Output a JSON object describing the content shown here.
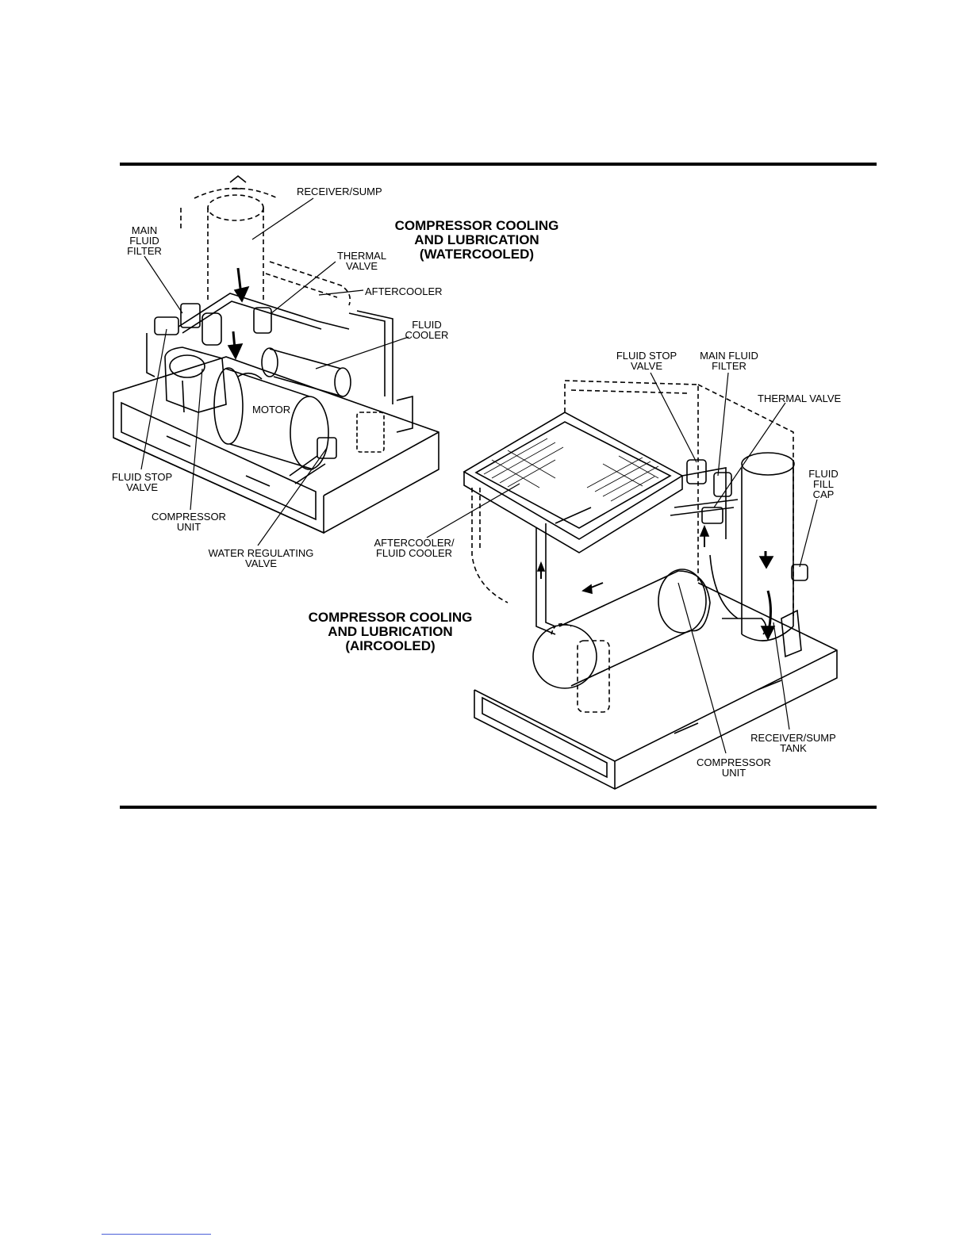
{
  "figure": {
    "watercooled": {
      "title": [
        "COMPRESSOR COOLING",
        "AND LUBRICATION",
        "(WATERCOOLED)"
      ],
      "labels": {
        "receiver_sump": [
          "RECEIVER/SUMP"
        ],
        "main_fluid_filter": [
          "MAIN",
          "FLUID",
          "FILTER"
        ],
        "thermal_valve": [
          "THERMAL",
          "VALVE"
        ],
        "aftercooler": [
          "AFTERCOOLER"
        ],
        "fluid_cooler": [
          "FLUID",
          "COOLER"
        ],
        "motor": [
          "MOTOR"
        ],
        "fluid_stop_valve": [
          "FLUID STOP",
          "VALVE"
        ],
        "compressor_unit": [
          "COMPRESSOR",
          "UNIT"
        ],
        "water_regulating_valve": [
          "WATER REGULATING",
          "VALVE"
        ]
      }
    },
    "aircooled": {
      "title": [
        "COMPRESSOR COOLING",
        "AND LUBRICATION",
        "(AIRCOOLED)"
      ],
      "labels": {
        "fluid_stop_valve": [
          "FLUID STOP",
          "VALVE"
        ],
        "main_fluid_filter": [
          "MAIN FLUID",
          "FILTER"
        ],
        "thermal_valve": [
          "THERMAL VALVE"
        ],
        "fluid_fill_cap": [
          "FLUID",
          "FILL",
          "CAP"
        ],
        "aftercooler_fluid_cooler": [
          "AFTERCOOLER/",
          "FLUID COOLER"
        ],
        "receiver_sump_tank": [
          "RECEIVER/SUMP",
          "TANK"
        ],
        "compressor_unit": [
          "COMPRESSOR",
          "UNIT"
        ]
      }
    }
  }
}
